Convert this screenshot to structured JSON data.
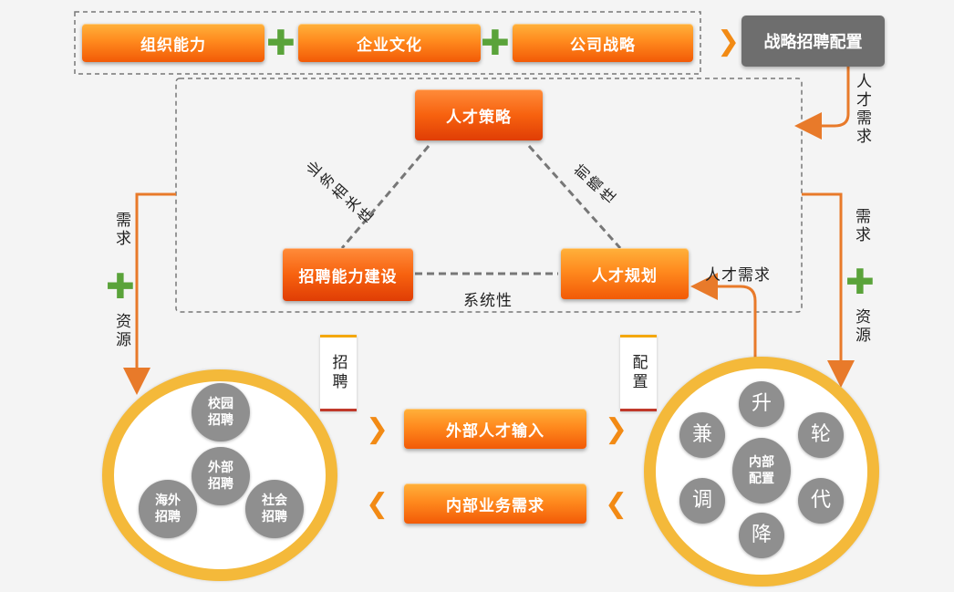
{
  "top_row": {
    "boxes": [
      "组织能力",
      "企业文化",
      "公司战略"
    ],
    "result": "战略招聘配置"
  },
  "triangle": {
    "top": "人才策略",
    "left": "招聘能力建设",
    "right": "人才规划",
    "edge_left": "业务相关性",
    "edge_right": "前瞻性",
    "edge_bottom": "系统性"
  },
  "side_labels": {
    "right_top": "人才需求",
    "left_need": "需求",
    "left_res": "资源",
    "right_need": "需求",
    "right_res": "资源",
    "talent_demand": "人才需求"
  },
  "middle": {
    "tag_left": "招聘",
    "tag_right": "配置",
    "external_input": "外部人才输入",
    "internal_demand": "内部业务需求"
  },
  "left_circle": {
    "items": [
      "校园招聘",
      "外部招聘",
      "海外招聘",
      "社会招聘"
    ]
  },
  "right_circle": {
    "center": "内部配置",
    "items": [
      "升",
      "轮",
      "代",
      "降",
      "调",
      "兼"
    ]
  },
  "colors": {
    "orange": "#f7620f",
    "ring": "#f4b93a",
    "plus": "#5aa33a",
    "gray": "#8f8f8f"
  }
}
